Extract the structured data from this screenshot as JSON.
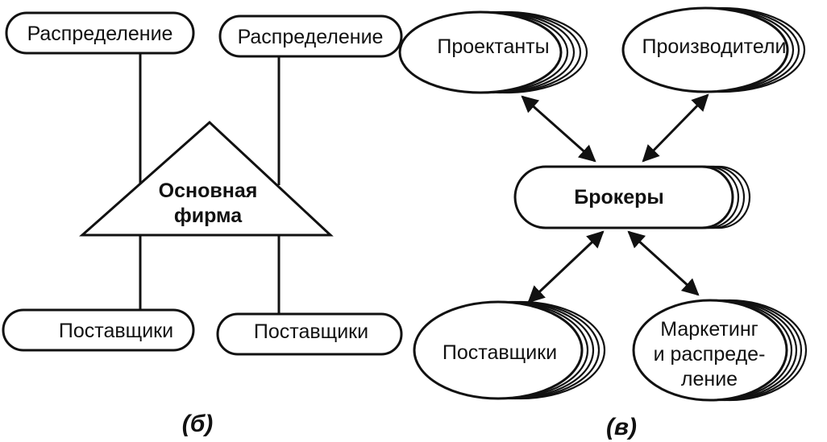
{
  "left": {
    "top_left": "Распределение",
    "top_right": "Распределение",
    "center_line1": "Основная",
    "center_line2": "фирма",
    "bottom_left": "Поставщики",
    "bottom_right": "Поставщики",
    "caption": "(б)"
  },
  "right": {
    "designers": "Проектанты",
    "producers": "Производители",
    "brokers": "Брокеры",
    "suppliers": "Поставщики",
    "marketing_line1": "Маркетинг",
    "marketing_line2": "и распреде-",
    "marketing_line3": "ление",
    "caption": "(в)"
  }
}
